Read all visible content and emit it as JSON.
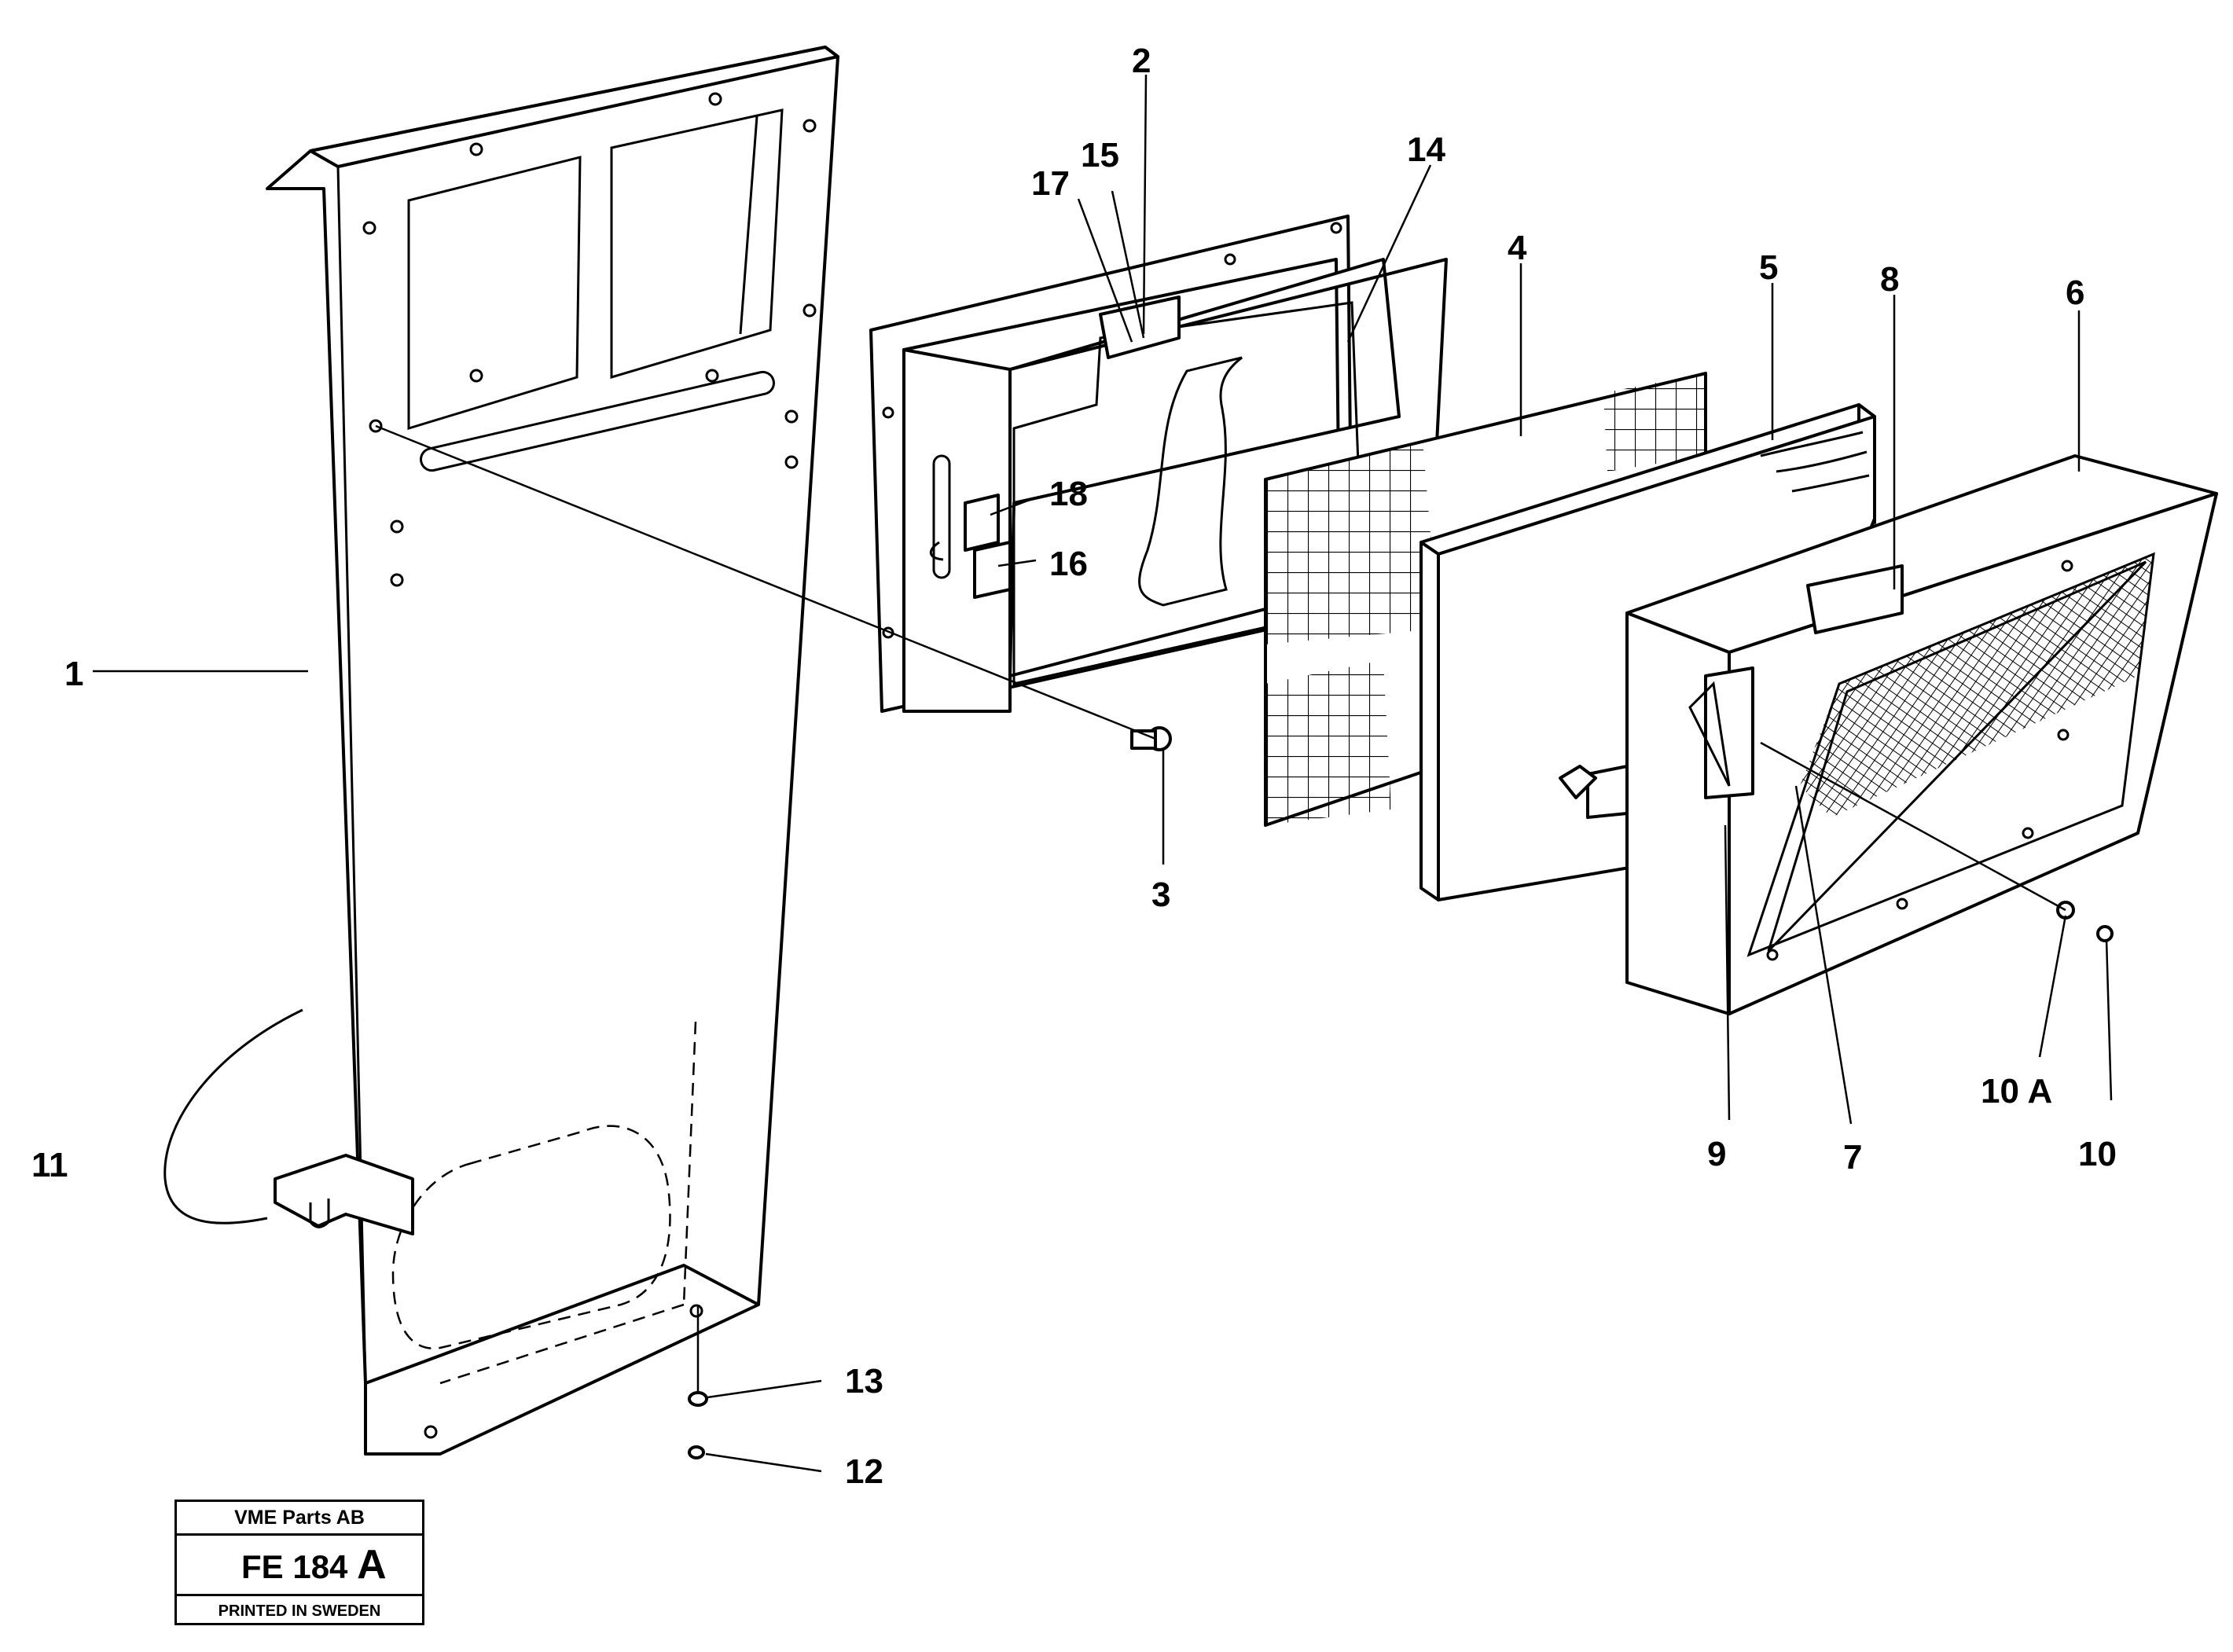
{
  "callouts": {
    "c1": "1",
    "c2": "2",
    "c3": "3",
    "c4": "4",
    "c5": "5",
    "c6": "6",
    "c7": "7",
    "c8": "8",
    "c9": "9",
    "c10": "10",
    "c10a": "10 A",
    "c11": "11",
    "c12": "12",
    "c13": "13",
    "c14": "14",
    "c15": "15",
    "c16": "16",
    "c17": "17",
    "c18": "18"
  },
  "title_block": {
    "company": "VME Parts AB",
    "code": "FE 184",
    "code_suffix": "A",
    "printed": "PRINTED IN SWEDEN"
  }
}
